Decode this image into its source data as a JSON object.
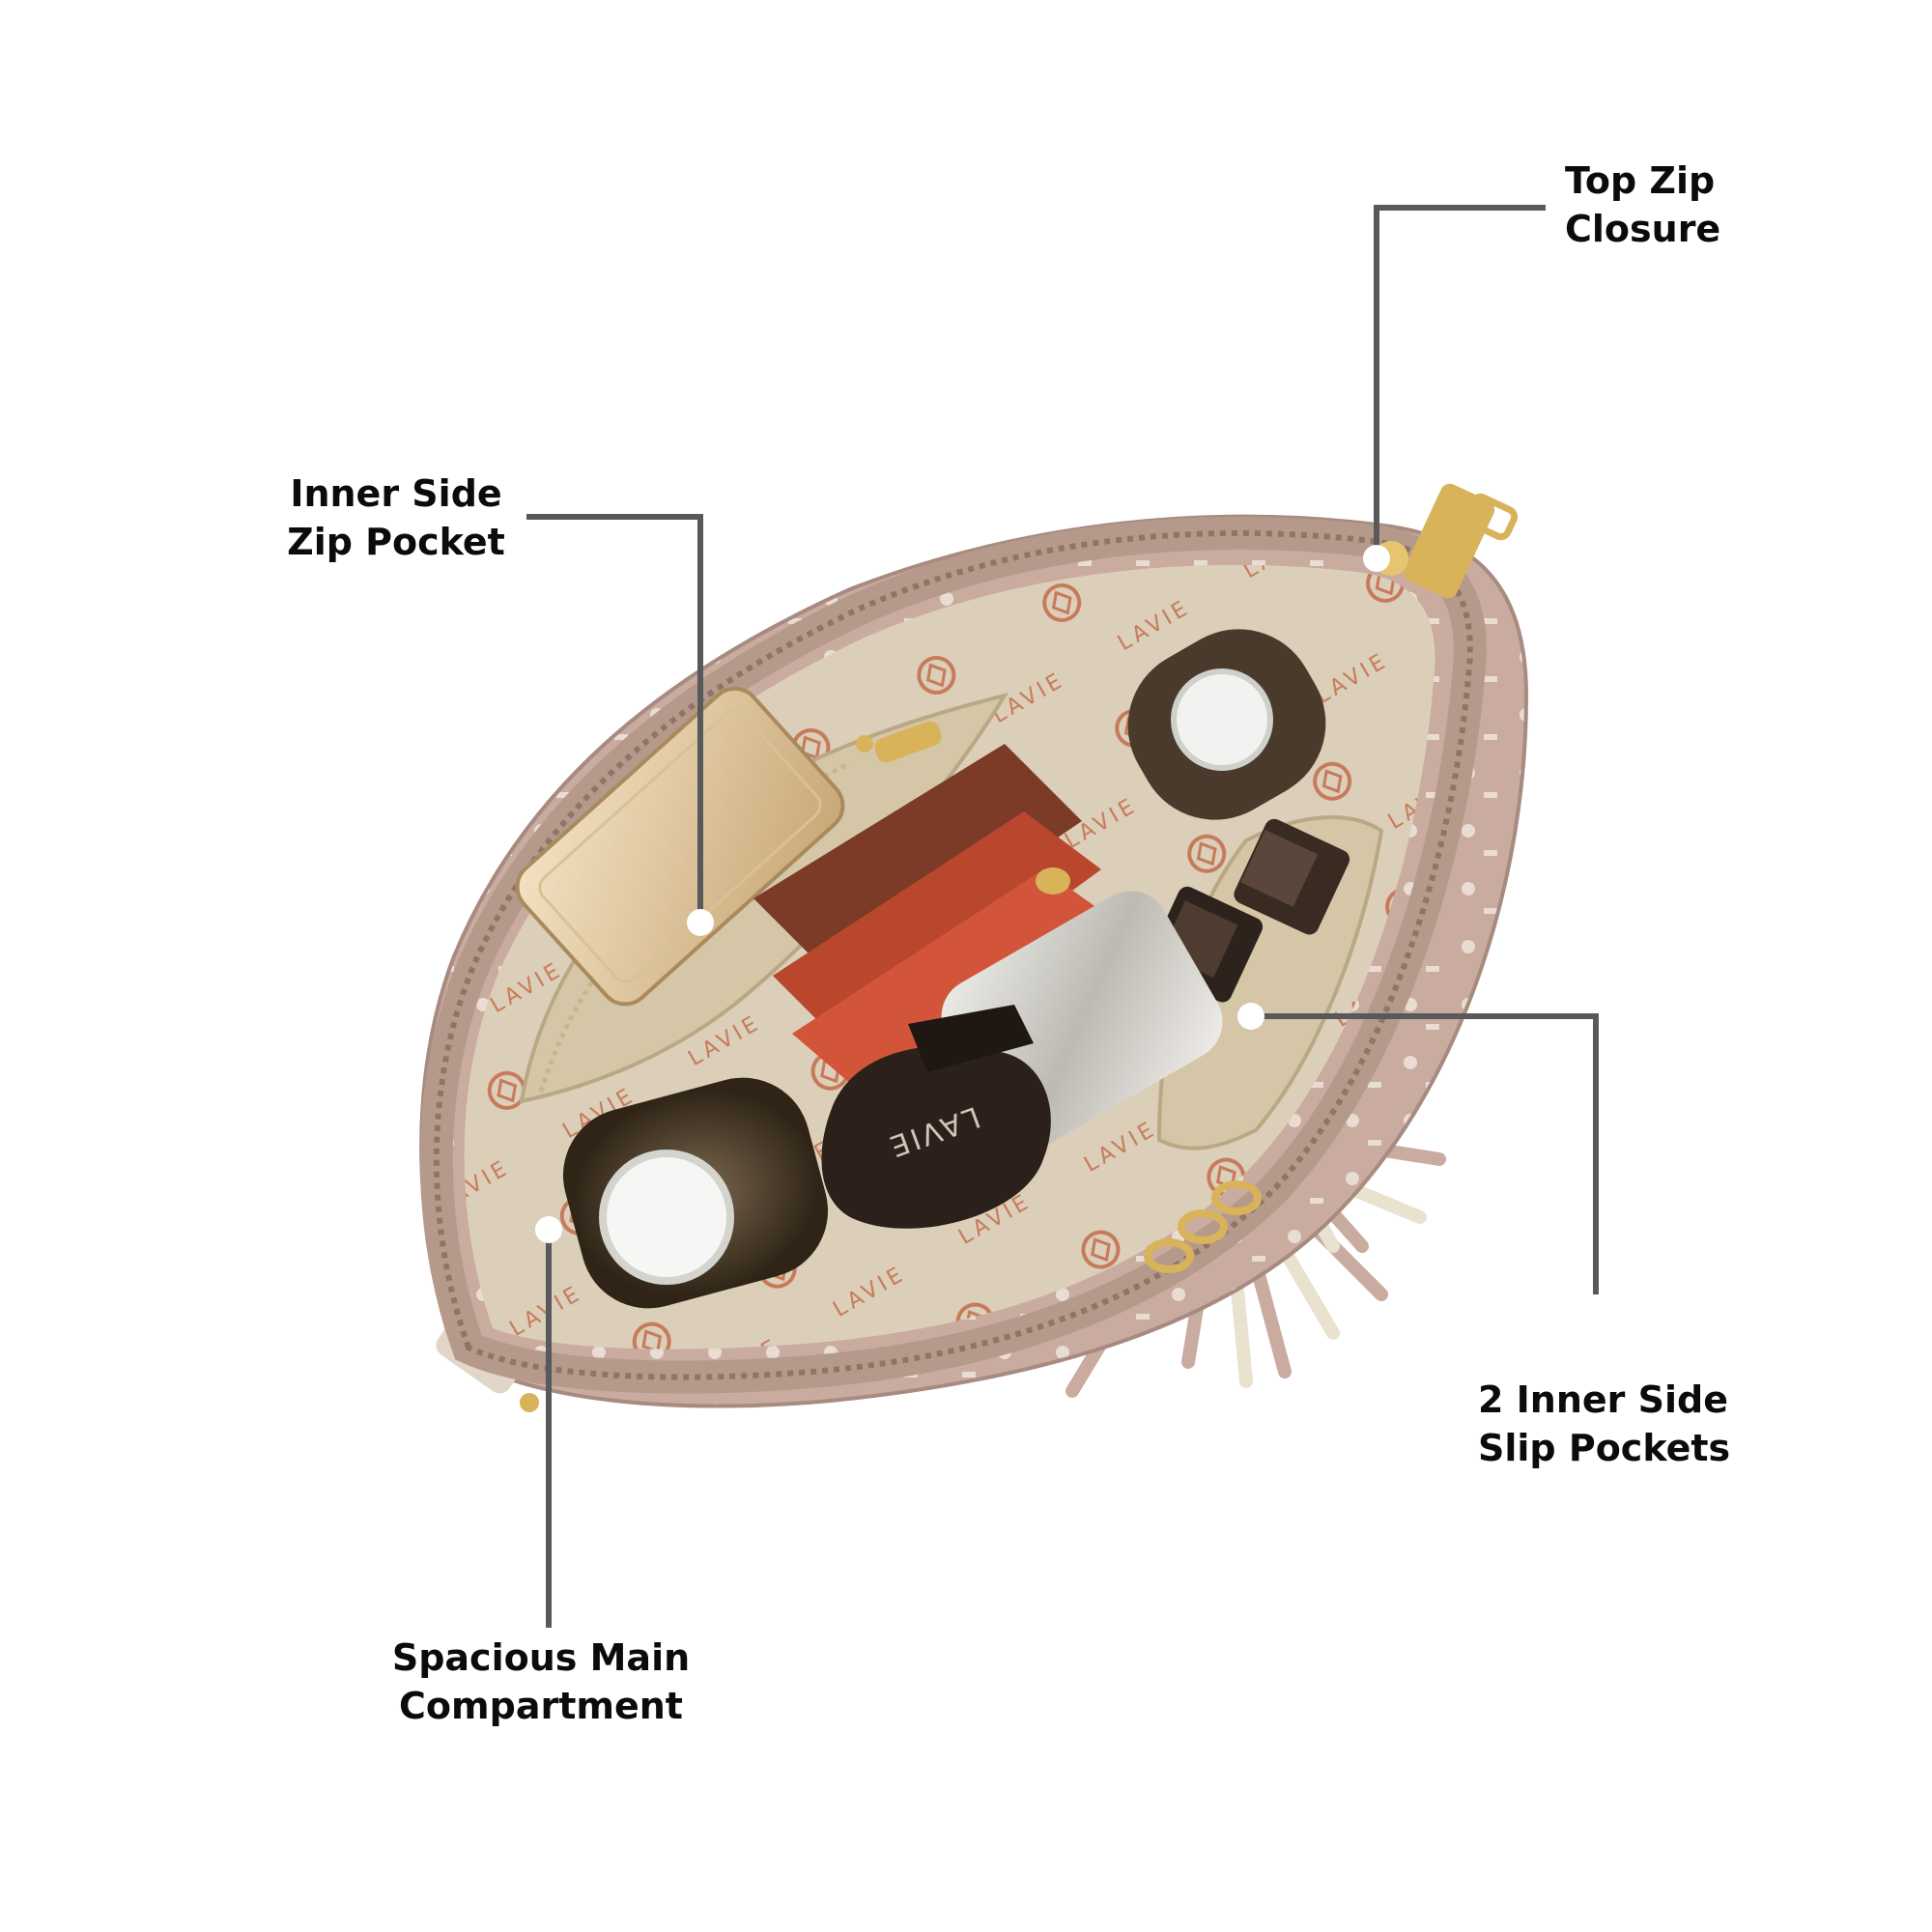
{
  "callouts": {
    "top_zip": {
      "line1": "Top Zip",
      "line2": "Closure"
    },
    "inner_zip": {
      "line1": "Inner Side",
      "line2": "Zip Pocket"
    },
    "slip_pockets": {
      "line1": "2 Inner Side",
      "line2": "Slip Pockets"
    },
    "main_compartment": {
      "line1": "Spacious Main",
      "line2": "Compartment"
    }
  },
  "branding": {
    "lining_text": "LAVIE",
    "sunglasses_text": "LAVIE"
  },
  "colors": {
    "callout_line": "#58595b",
    "label_text": "#0b0b0b",
    "bag_outer": "#c9aba0",
    "lining": "#d9cdb6",
    "zip": "#b59a8c",
    "hardware": "#d8b35a",
    "cardholder": "#b8472e"
  }
}
